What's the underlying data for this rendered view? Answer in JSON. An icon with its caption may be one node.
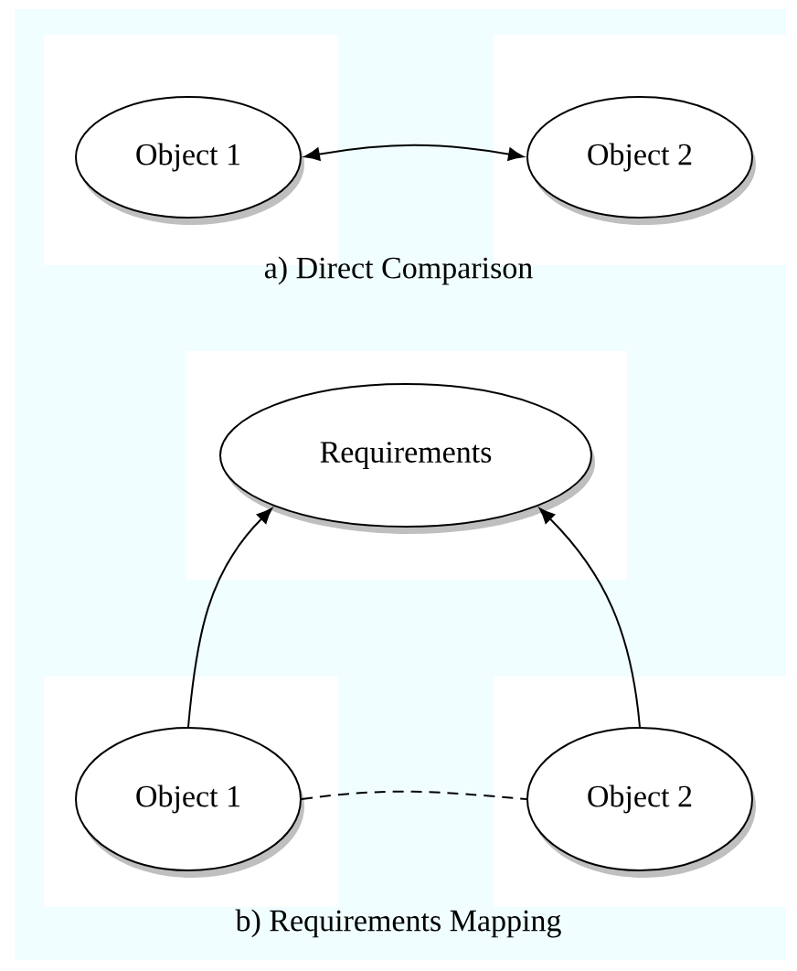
{
  "diagram": {
    "nodes": [
      {
        "text": [
          "Object 1"
        ]
      },
      {
        "text": [
          "Object 2"
        ]
      },
      {
        "text": [
          "Requirements"
        ]
      },
      {
        "text": [
          "Object 1"
        ]
      },
      {
        "text": [
          "Object 2"
        ]
      }
    ],
    "edges": [
      {
        "from": 0,
        "to": 1,
        "arrow": "both"
      },
      {
        "from": 3,
        "to": 2,
        "arrow": "to"
      },
      {
        "from": 4,
        "to": 2,
        "arrow": "to"
      },
      {
        "from": 3,
        "to": 4,
        "arrow": "none",
        "style": "dashed"
      }
    ],
    "labels": [
      "a) Direct Comparison",
      "b) Requirements Mapping"
    ]
  }
}
